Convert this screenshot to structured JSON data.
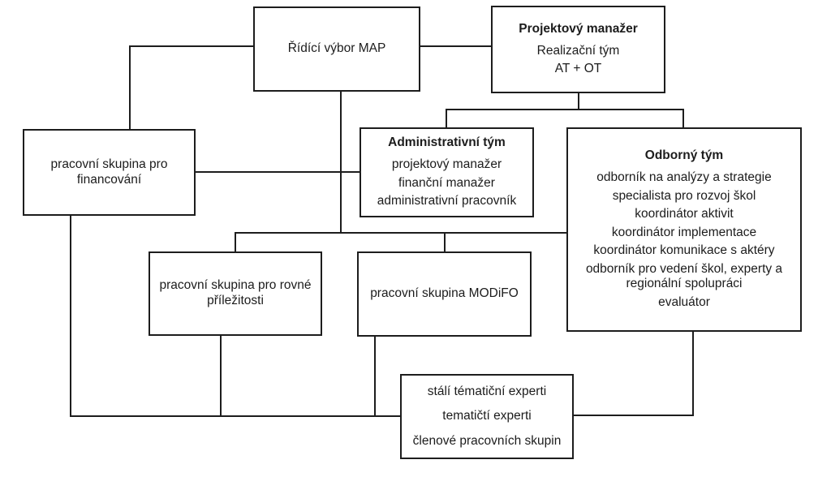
{
  "diagram": {
    "colors": {
      "border": "#1d1d1d",
      "background": "#ffffff",
      "text": "#1c1c1c"
    },
    "boxes": {
      "ridici_vybor": {
        "lines": [
          "Řídící výbor MAP"
        ]
      },
      "projektovy_manazer": {
        "title": "Projektový manažer",
        "lines": [
          "Realizační tým",
          "AT + OT"
        ]
      },
      "financovani": {
        "lines": [
          "pracovní skupina pro financování"
        ]
      },
      "admin_tym": {
        "title": "Administrativní tým",
        "lines": [
          "projektový manažer",
          "finanční manažer",
          "administrativní pracovník"
        ]
      },
      "odborny_tym": {
        "title": "Odborný tým",
        "lines": [
          "odborník na analýzy a strategie",
          "specialista pro rozvoj škol",
          "koordinátor aktivit",
          "koordinátor implementace",
          "koordinátor komunikace s aktéry",
          "odborník pro vedení škol, experty a regionální spolupráci",
          "evaluátor"
        ]
      },
      "rovne_prilezitosti": {
        "lines": [
          "pracovní skupina pro rovné příležitosti"
        ]
      },
      "modifo": {
        "lines": [
          "pracovní skupina MODiFO"
        ]
      },
      "experti": {
        "lines": [
          "stálí tématiční experti",
          "tematičtí experti",
          "členové pracovních skupin"
        ]
      }
    }
  }
}
